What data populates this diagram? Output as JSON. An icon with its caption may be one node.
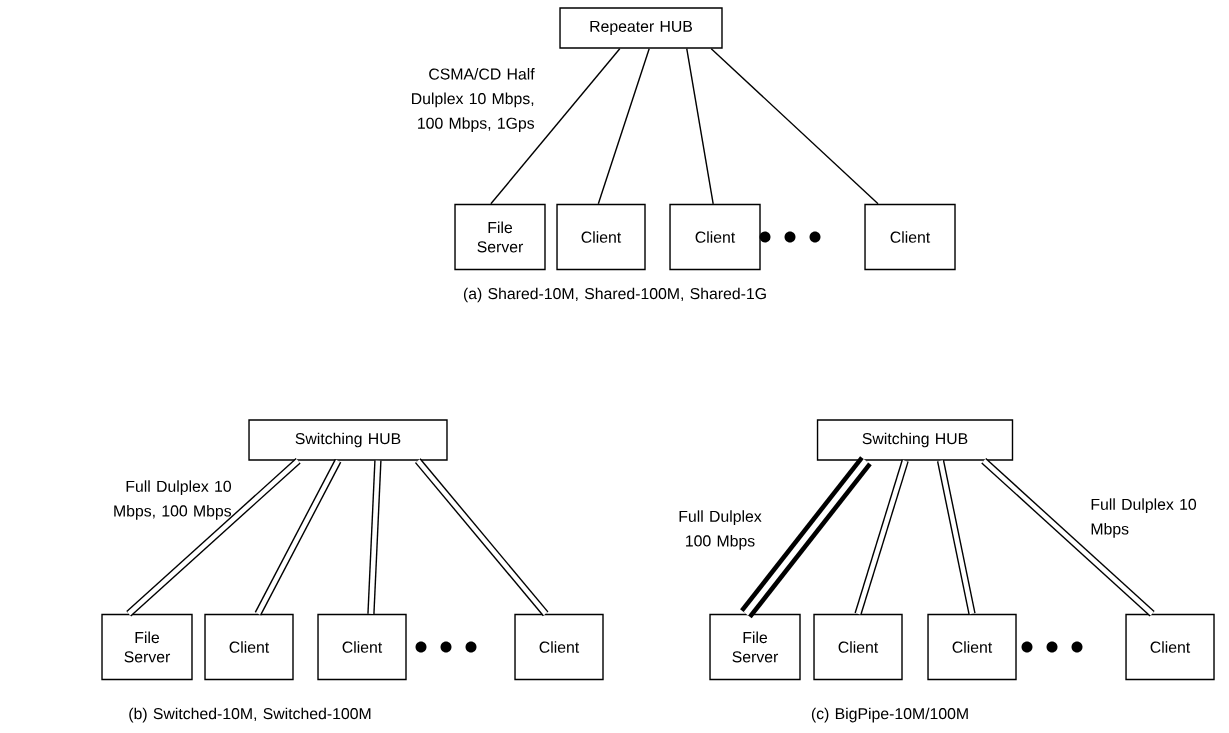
{
  "diagram": {
    "nodes": [
      {
        "text": [
          "Repeater HUB"
        ]
      },
      {
        "text": [
          "File Server"
        ]
      },
      {
        "text": [
          "Client"
        ]
      },
      {
        "text": [
          "Client"
        ]
      },
      {
        "text": [
          "Client"
        ]
      },
      {
        "text": [
          "Switching HUB"
        ]
      },
      {
        "text": [
          "File Server"
        ]
      },
      {
        "text": [
          "Client"
        ]
      },
      {
        "text": [
          "Client"
        ]
      },
      {
        "text": [
          "Client"
        ]
      },
      {
        "text": [
          "Switching HUB"
        ]
      },
      {
        "text": [
          "File Server"
        ]
      },
      {
        "text": [
          "Client"
        ]
      },
      {
        "text": [
          "Client"
        ]
      },
      {
        "text": [
          "Client"
        ]
      }
    ],
    "edges": [
      {
        "from": 0,
        "to": 1,
        "arrow": "none"
      },
      {
        "from": 0,
        "to": 2,
        "arrow": "none"
      },
      {
        "from": 0,
        "to": 3,
        "arrow": "none"
      },
      {
        "from": 0,
        "to": 4,
        "arrow": "none"
      },
      {
        "from": 5,
        "to": 6,
        "arrow": "none"
      },
      {
        "from": 5,
        "to": 7,
        "arrow": "none"
      },
      {
        "from": 5,
        "to": 8,
        "arrow": "none"
      },
      {
        "from": 5,
        "to": 9,
        "arrow": "none"
      },
      {
        "from": 10,
        "to": 11,
        "arrow": "none",
        "style": "thick"
      },
      {
        "from": 10,
        "to": 12,
        "arrow": "none"
      },
      {
        "from": 10,
        "to": 13,
        "arrow": "none"
      },
      {
        "from": 10,
        "to": 14,
        "arrow": "none"
      }
    ],
    "labels": [
      "CSMA/CD Half Dulplex 10 Mbps, 100 Mbps, 1Gps",
      "(a) Shared-10M, Shared-100M, Shared-1G",
      "Full Dulplex 10 Mbps, 100 Mbps",
      "(b) Switched-10M, Switched-100M",
      "Full Dulplex 100 Mbps",
      "Full Dulplex 10 Mbps",
      "(c) BigPipe-10M/100M"
    ]
  }
}
